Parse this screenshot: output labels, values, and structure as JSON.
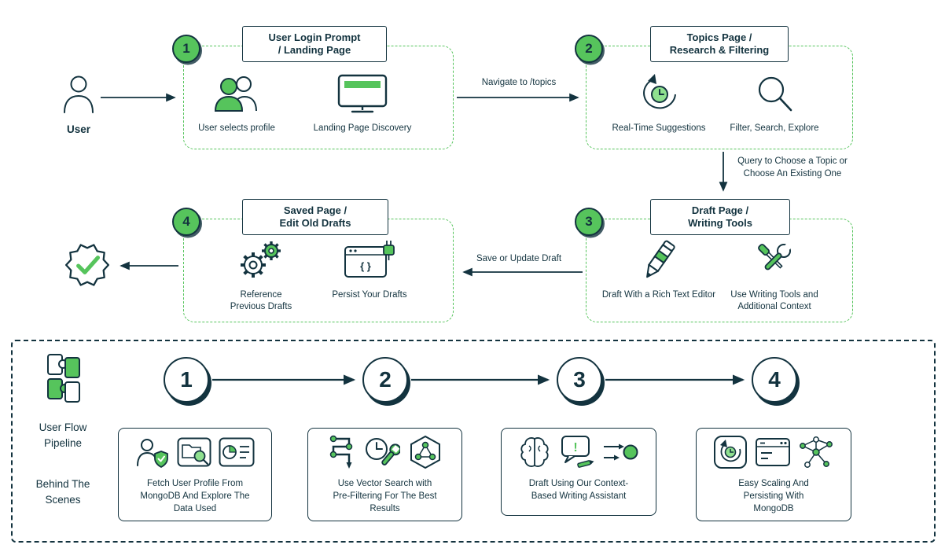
{
  "colors": {
    "accent_green": "#56c45c",
    "accent_green_light": "#8fe08f",
    "ink_navy": "#13333f"
  },
  "actor": {
    "label": "User",
    "icon": "user-icon"
  },
  "flow": {
    "steps": [
      {
        "number": "1",
        "title": "User Login Prompt / Landing Page",
        "items": [
          {
            "icon": "user-select-icon",
            "label": "User selects profile"
          },
          {
            "icon": "monitor-icon",
            "label": "Landing Page Discovery"
          }
        ]
      },
      {
        "number": "2",
        "title": "Topics Page / Research & Filtering",
        "items": [
          {
            "icon": "realtime-suggestions-icon",
            "label": "Real-Time Suggestions"
          },
          {
            "icon": "search-icon",
            "label": "Filter, Search, Explore"
          }
        ]
      },
      {
        "number": "3",
        "title": "Draft Page / Writing Tools",
        "items": [
          {
            "icon": "pencil-icon",
            "label": "Draft With a Rich Text Editor"
          },
          {
            "icon": "tools-icon",
            "label": "Use Writing Tools and Additional Context"
          }
        ]
      },
      {
        "number": "4",
        "title": "Saved Page / Edit Old Drafts",
        "items": [
          {
            "icon": "gears-icon",
            "label": "Reference Previous Drafts"
          },
          {
            "icon": "persist-icon",
            "label": "Persist Your Drafts"
          }
        ]
      }
    ],
    "connectors": {
      "step1_to_step2": "Navigate to /topics",
      "step2_to_step3": "Query to Choose a Topic or Choose An Existing One",
      "step3_to_step4": "Save or Update Draft"
    },
    "done_icon": "check-badge-icon"
  },
  "pipeline": {
    "icon": "puzzle-icon",
    "label_top": "User Flow Pipeline",
    "label_bottom": "Behind The Scenes",
    "steps": [
      {
        "number": "1",
        "icons": [
          "user-shield-icon",
          "folder-search-icon",
          "chart-card-icon"
        ],
        "caption": "Fetch User Profile From MongoDB And Explore The Data Used"
      },
      {
        "number": "2",
        "icons": [
          "pipeline-icon",
          "clock-wrench-icon",
          "vector-cluster-icon"
        ],
        "caption": "Use Vector Search with Pre-Filtering For The Best Results"
      },
      {
        "number": "3",
        "icons": [
          "brain-icon",
          "assistant-chat-icon",
          "arrow-target-icon"
        ],
        "caption": "Draft Using Our Context-Based Writing Assistant"
      },
      {
        "number": "4",
        "icons": [
          "scaling-clock-icon",
          "terminal-icon",
          "network-graph-icon"
        ],
        "caption": "Easy Scaling And Persisting With MongoDB"
      }
    ]
  }
}
